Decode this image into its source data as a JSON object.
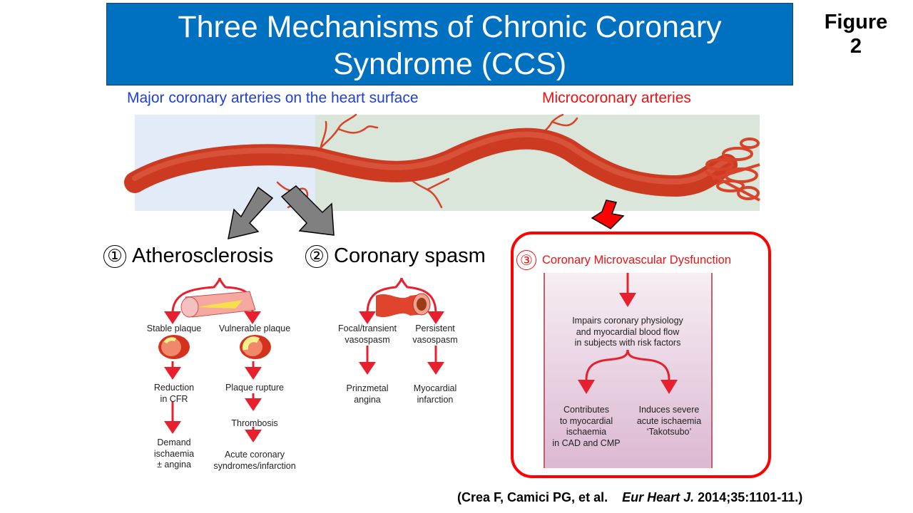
{
  "slide": {
    "title_line1": "Three Mechanisms of Chronic Coronary",
    "title_line2": "Syndrome (CCS)",
    "figure_label_line1": "Figure",
    "figure_label_line2": "2"
  },
  "regions": {
    "major": "Major coronary arteries on the heart surface",
    "micro": "Microcoronary arteries"
  },
  "colors": {
    "title_bg": "#0070c0",
    "major_label": "#1f3fd0",
    "micro_label": "#ee1111",
    "artery": "#d9432a",
    "flow_arrow": "#e8202e",
    "highlight_box": "#ff0000",
    "gray_arrow": "#808080"
  },
  "mechanisms": [
    {
      "number": "①",
      "title": "Atherosclerosis",
      "left": {
        "steps": [
          "Stable plaque",
          "Reduction\nin CFR",
          "Demand\nischaemia\n± angina"
        ]
      },
      "right": {
        "steps": [
          "Vulnerable plaque",
          "Plaque rupture",
          "Thrombosis",
          "Acute coronary\nsyndromes/infarction"
        ]
      }
    },
    {
      "number": "②",
      "title": "Coronary spasm",
      "left": {
        "steps": [
          "Focal/transient\nvasospasm",
          "Prinzmetal\nangina"
        ]
      },
      "right": {
        "steps": [
          "Persistent\nvasospasm",
          "Myocardial\ninfarction"
        ]
      }
    },
    {
      "number": "③",
      "title": "Coronary Microvascular Dysfunction",
      "center": "Impairs coronary physiology\nand myocardial blood flow\nin subjects with risk factors",
      "left": {
        "steps": [
          "Contributes\nto myocardial\nischaemia\nin CAD and CMP"
        ]
      },
      "right": {
        "steps": [
          "Induces severe\nacute ischaemia\n‘Takotsubo’"
        ]
      }
    }
  ],
  "citation": {
    "authors": "(Crea F, Camici PG, et al.",
    "journal": "Eur Heart J.",
    "details": "2014;35:1101-11.)"
  }
}
